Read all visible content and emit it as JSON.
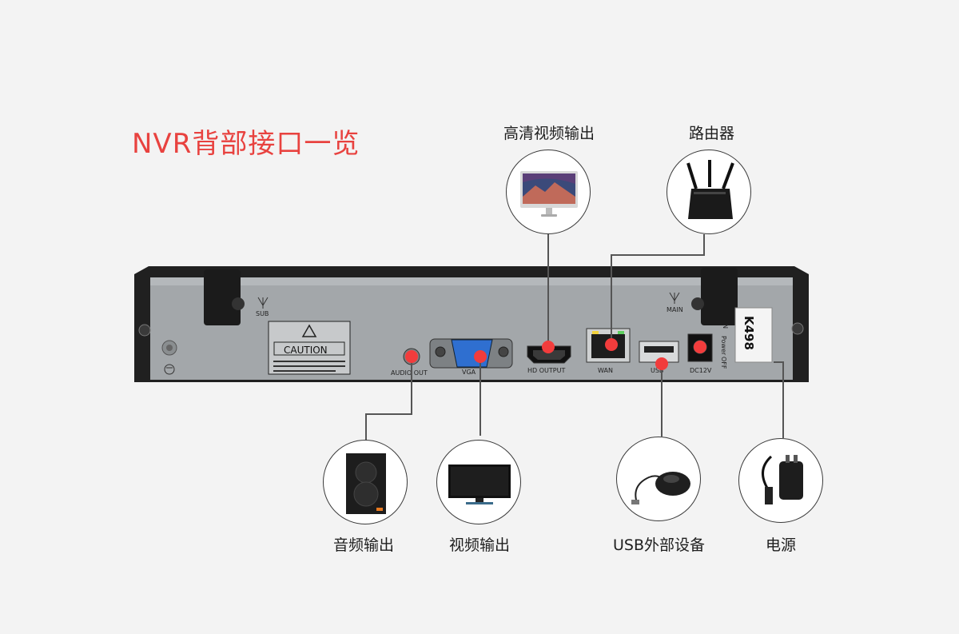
{
  "title": "NVR背部接口一览",
  "device": {
    "caution_label": "CAUTION",
    "sticker_code": "K498",
    "port_labels": {
      "sub": "SUB",
      "main": "MAIN",
      "audio_out": "AUDIO OUT",
      "vga": "VGA",
      "hd_output": "HD OUTPUT",
      "wan": "WAN",
      "usb": "USB",
      "dc12v": "DC12V",
      "power": "Power",
      "off": "OFF",
      "on": "N"
    }
  },
  "callouts": {
    "hd_output": "高清视频输出",
    "router": "路由器",
    "audio_out": "音频输出",
    "video_out": "视频输出",
    "usb_device": "USB外部设备",
    "power": "电源"
  },
  "colors": {
    "title": "#e8423f",
    "dot": "#f23c3c",
    "panel": "#a3a7aa",
    "frame": "#202020",
    "vga_blue": "#2f6fd0"
  }
}
